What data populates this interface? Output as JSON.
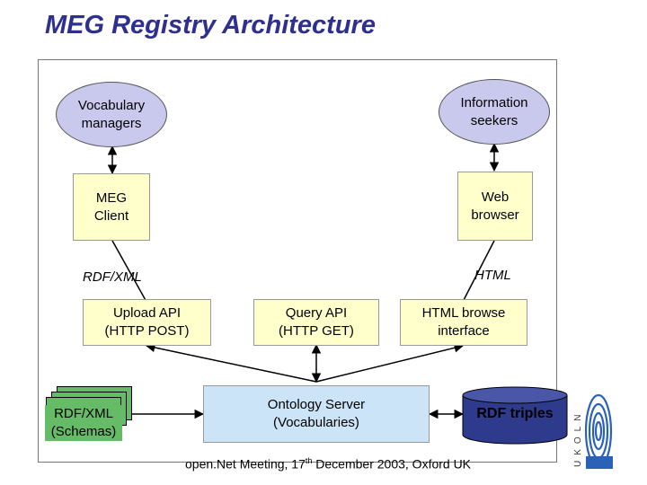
{
  "title": "MEG Registry Architecture",
  "nodes": {
    "vocab_managers": "Vocabulary\nmanagers",
    "info_seekers": "Information\nseekers",
    "meg_client": "MEG\nClient",
    "web_browser": "Web\nbrowser",
    "upload_api": "Upload API\n(HTTP POST)",
    "query_api": "Query API\n(HTTP GET)",
    "html_browse": "HTML browse\ninterface",
    "ontology_server": "Ontology Server\n(Vocabularies)",
    "rdf_schemas": "RDF/XML\n(Schemas)",
    "rdf_triples": "RDF triples"
  },
  "labels": {
    "rdf_xml": "RDF/XML",
    "html": "HTML"
  },
  "footer": {
    "before": "open.Net Meeting, 17",
    "sup": "th",
    "after": " December 2003, Oxford UK"
  },
  "logo_text": "UKOLN",
  "colors": {
    "title": "#2f2f8f",
    "ellipse_fill": "#c9c9ee",
    "box_fill": "#ffffcc",
    "server_fill": "#cce4f7",
    "schema_fill": "#66bb66",
    "db_fill": "#2e3a8c"
  }
}
